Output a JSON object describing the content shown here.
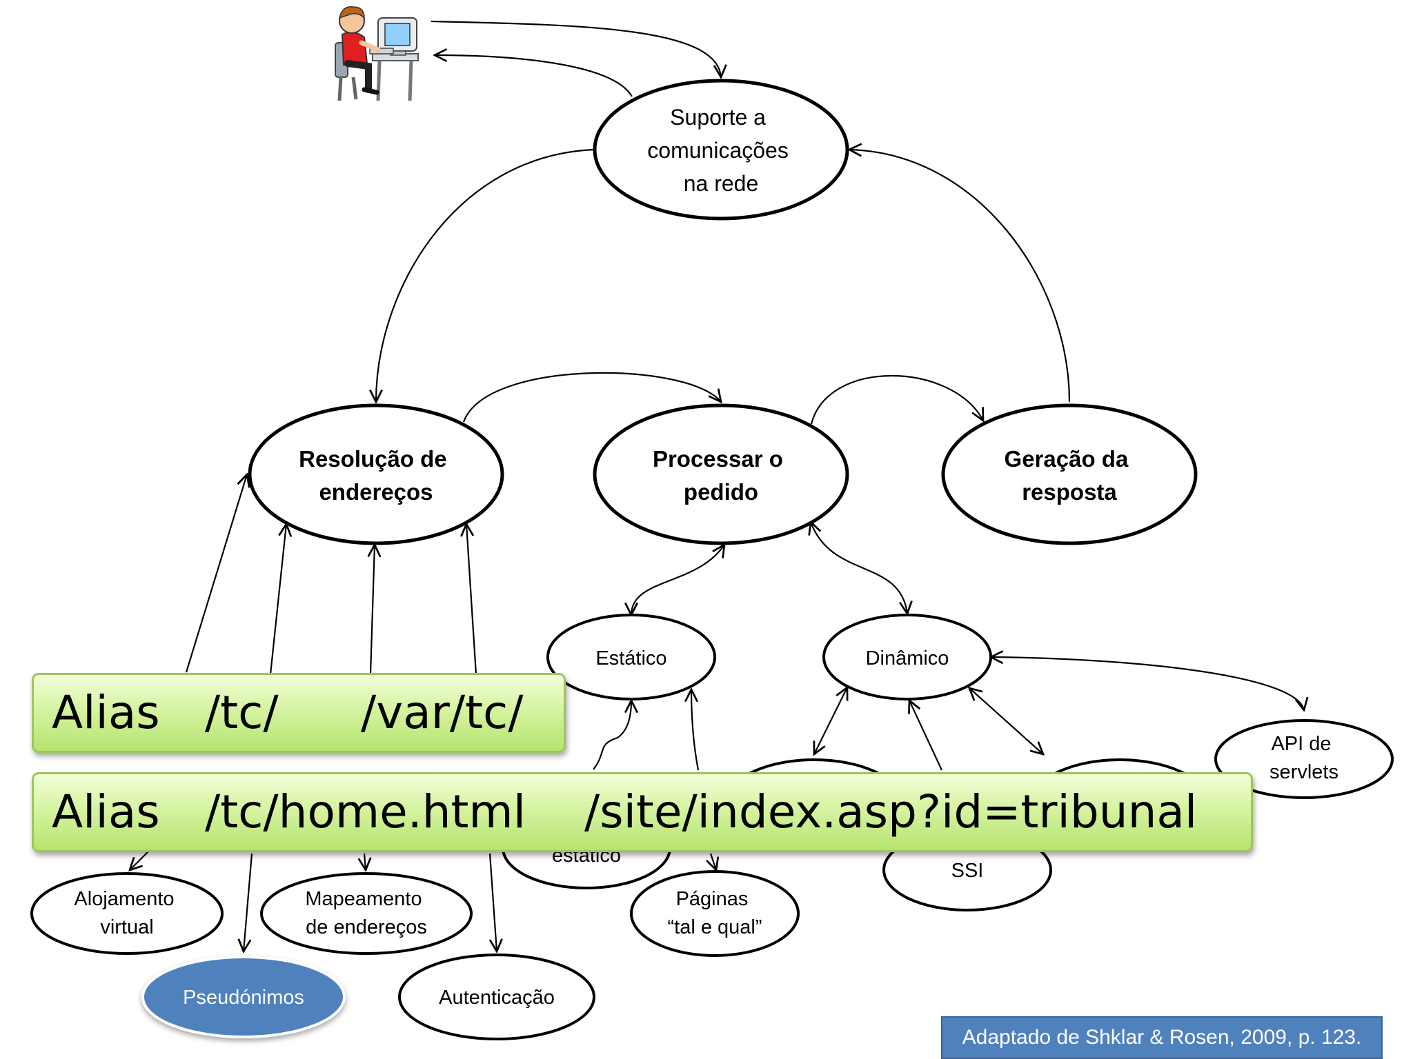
{
  "nodes": {
    "suporte": [
      "Suporte a",
      "comunicações",
      "na rede"
    ],
    "resolucao": [
      "Resolução de",
      "endereços"
    ],
    "processar": [
      "Processar o",
      "pedido"
    ],
    "geracao": [
      "Geração da",
      "resposta"
    ],
    "estatico": [
      "Estático"
    ],
    "dinamico": [
      "Dinâmico"
    ],
    "api": [
      "API de",
      "servlets"
    ],
    "conteudo_estatico": [
      "estático"
    ],
    "ssi": [
      "SSI"
    ],
    "alojamento": [
      "Alojamento",
      "virtual"
    ],
    "mapeamento": [
      "Mapeamento",
      "de endereços"
    ],
    "paginas": [
      "Páginas",
      "“tal e qual”"
    ],
    "pseudonimos": [
      "Pseudónimos"
    ],
    "autenticacao": [
      "Autenticação"
    ]
  },
  "aliases": [
    {
      "keyword": "Alias",
      "from": "/tc/",
      "to": "/var/tc/"
    },
    {
      "keyword": "Alias",
      "from": "/tc/home.html",
      "to": "/site/index.asp?id=tribunal"
    }
  ],
  "source_note": "Adaptado de Shklar & Rosen, 2009, p. 123.",
  "colors": {
    "highlight_node": "#4f81bd",
    "alias_fill": "#c8ec8a",
    "note_fill": "#4f81bd"
  }
}
